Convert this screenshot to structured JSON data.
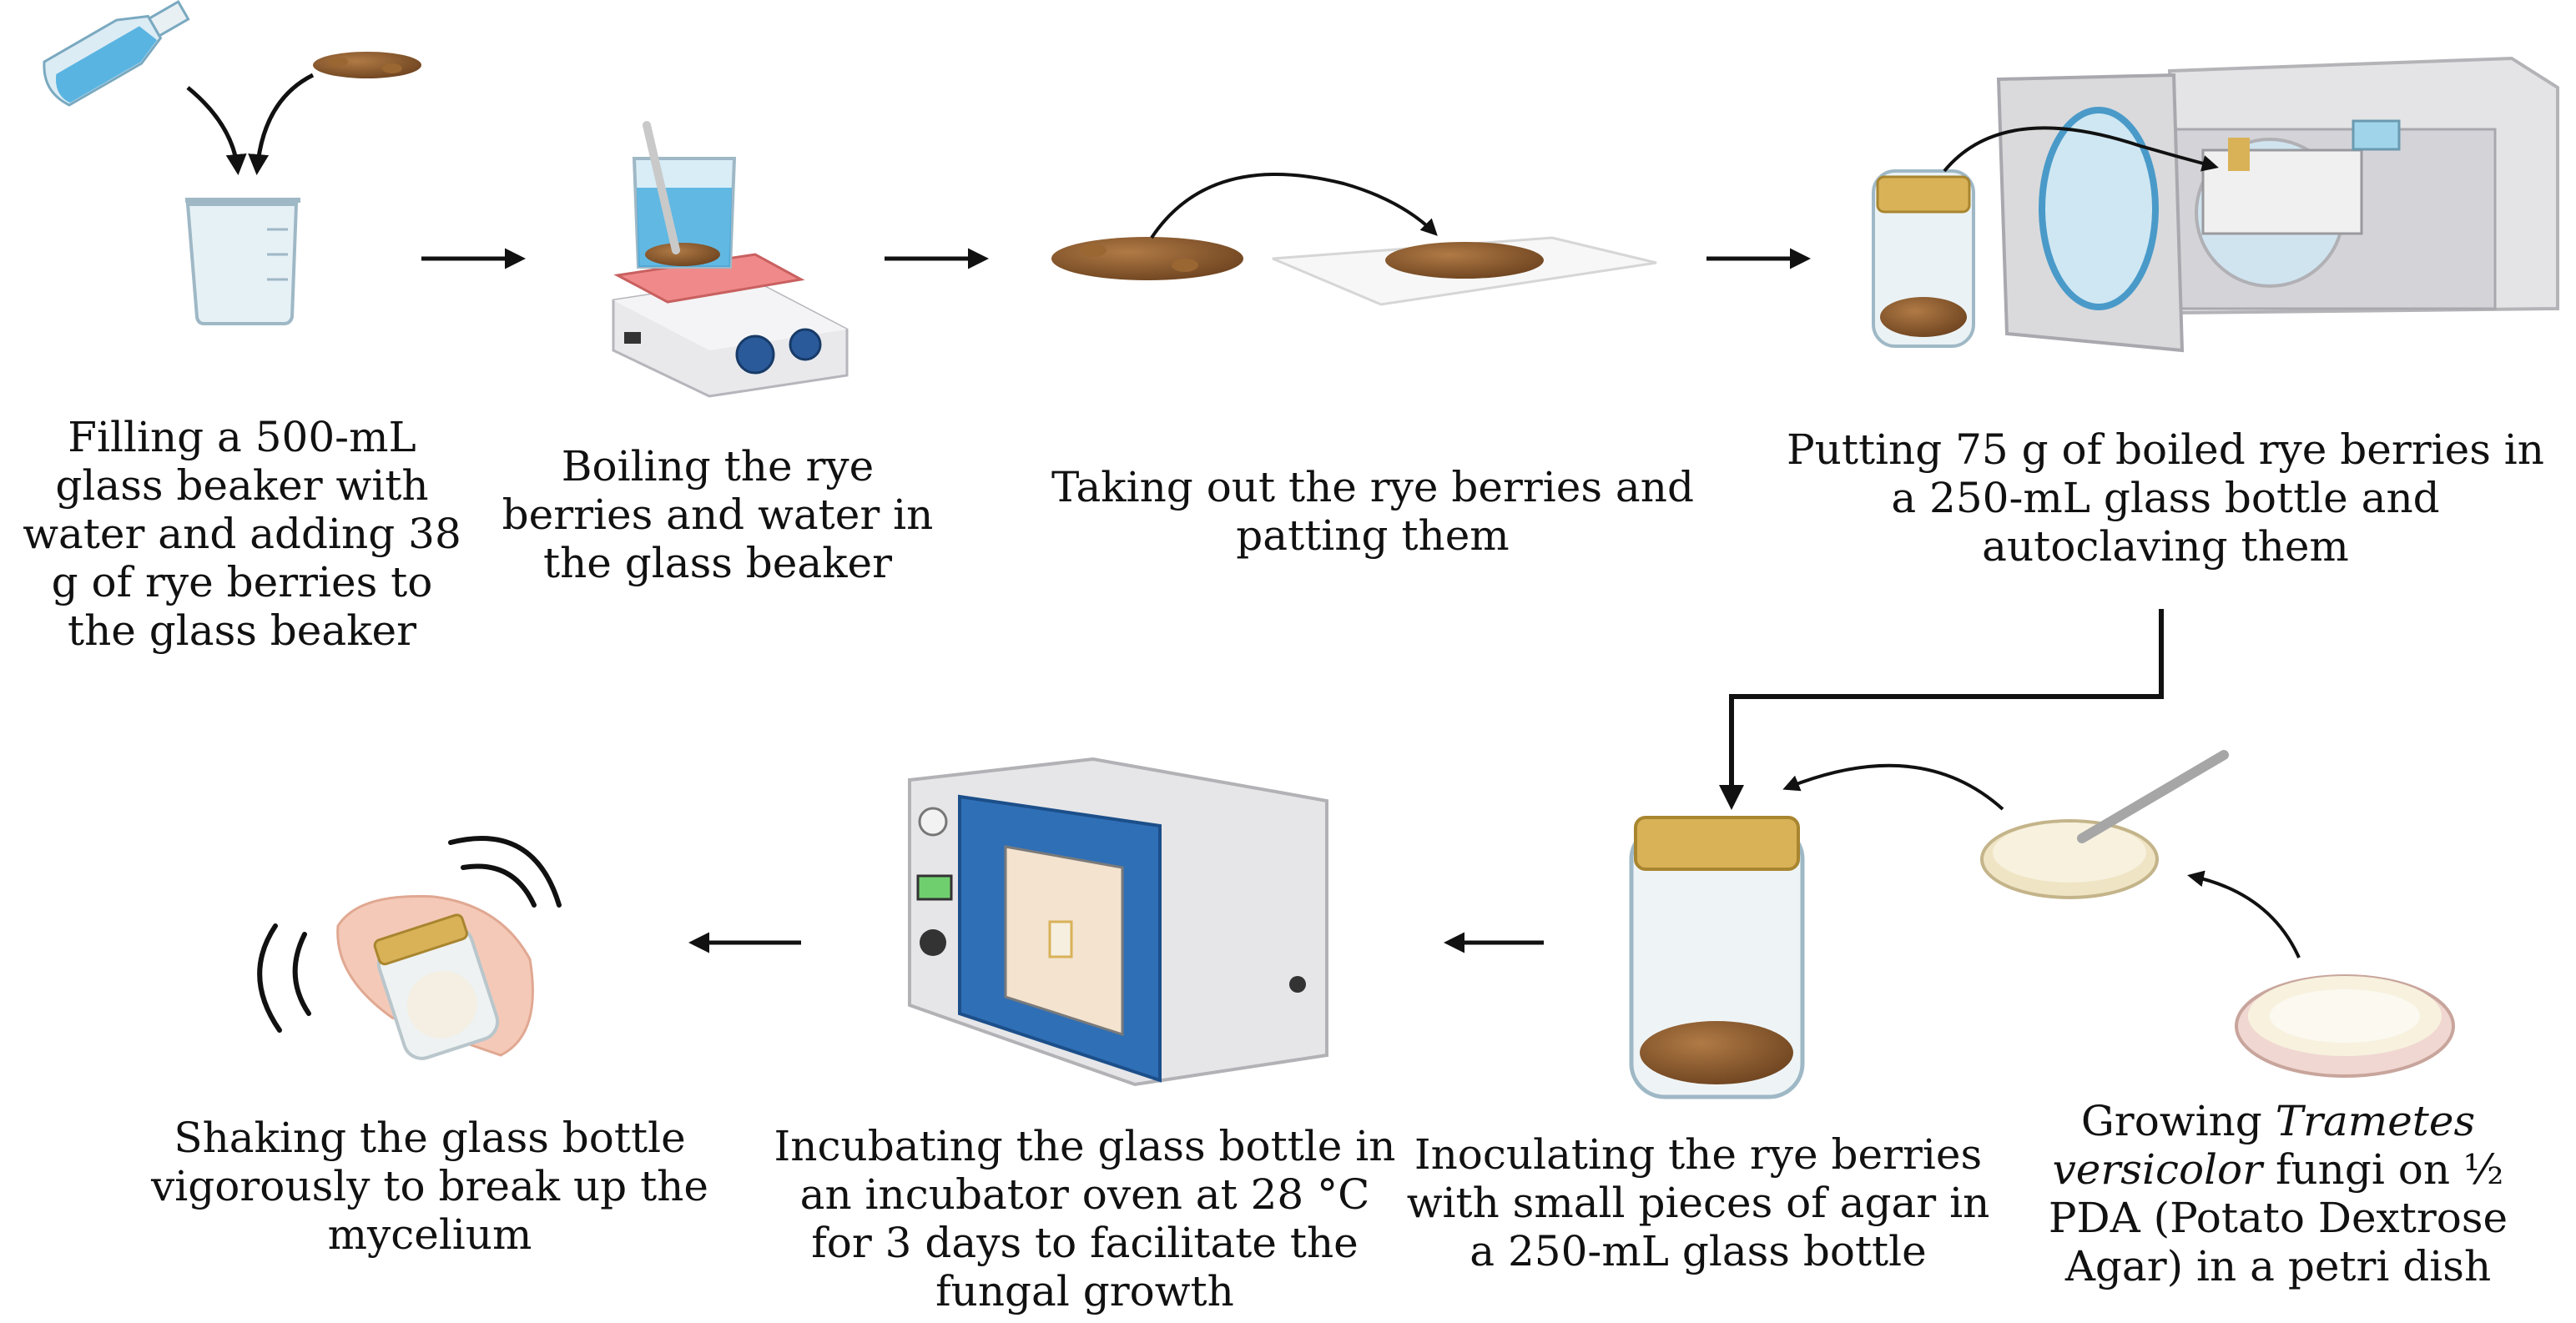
{
  "steps": {
    "s1": {
      "caption": "Filling a 500-mL glass beaker with water and adding 38 g of rye berries to the glass beaker"
    },
    "s2": {
      "caption": "Boiling the rye berries and water in the glass beaker"
    },
    "s3": {
      "caption": "Taking out the rye berries and patting them"
    },
    "s4": {
      "caption": "Putting 75 g of boiled rye berries in a 250-mL glass bottle and autoclaving them"
    },
    "s5": {
      "caption_pre": "Growing",
      "caption_italic": "Trametes versicolor",
      "caption_post": "fungi on ½ PDA (Potato Dextrose Agar) in a petri dish"
    },
    "s6": {
      "caption": "Inoculating the rye berries with small pieces of agar in a 250-mL glass bottle"
    },
    "s7": {
      "caption": "Incubating the glass bottle in an incubator oven at 28 °C for 3 days to facilitate the fungal growth"
    },
    "s8": {
      "caption": "Shaking the glass bottle vigorously to break up the mycelium"
    }
  },
  "colors": {
    "arrow": "#111111",
    "berry": "#8a5a2b",
    "berry_light": "#b07a45",
    "glass": "#e6f1f6",
    "water": "#49b3de",
    "cap_gold": "#d9b258",
    "incubator_blue": "#2f6fb6",
    "hotplate_red": "#f08a8a",
    "agar": "#f3ead2"
  }
}
